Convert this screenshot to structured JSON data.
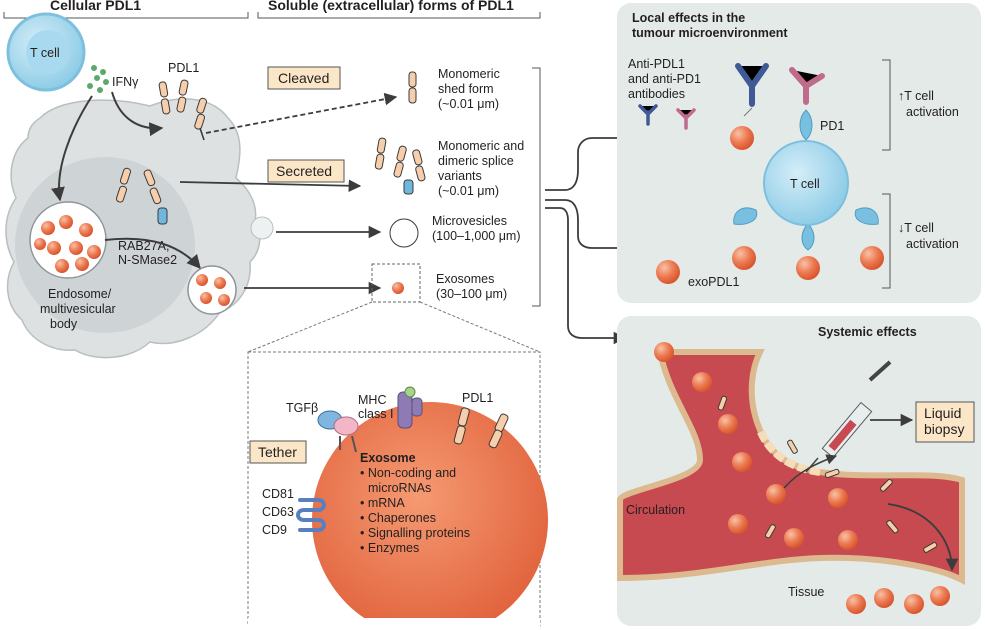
{
  "headers": {
    "cellular": "Cellular PDL1",
    "soluble": "Soluble (extracellular) forms of PDL1"
  },
  "cell_labels": {
    "tcell": "T cell",
    "ifn": "IFNγ",
    "pdl1": "PDL1",
    "rab_1": "RAB27A,",
    "rab_2": "N-SMase2",
    "endo_1": "Endosome/",
    "endo_2": "multivesicular",
    "endo_3": "body"
  },
  "tags": {
    "cleaved": "Cleaved",
    "secreted": "Secreted",
    "tether": "Tether",
    "liquid_1": "Liquid",
    "liquid_2": "biopsy"
  },
  "forms": {
    "shed_1": "Monomeric",
    "shed_2": "shed form",
    "shed_3": "(~0.01 μm)",
    "splice_1": "Monomeric and",
    "splice_2": "dimeric splice",
    "splice_3": "variants",
    "splice_4": "(~0.01 μm)",
    "mv_1": "Microvesicles",
    "mv_2": "(100–1,000 μm)",
    "exo_1": "Exosomes",
    "exo_2": "(30–100 μm)"
  },
  "exosome": {
    "mhc_1": "MHC",
    "mhc_2": "class I",
    "pdl1": "PDL1",
    "tgfb": "TGFβ",
    "cd81": "CD81",
    "cd63": "CD63",
    "cd9": "CD9",
    "title": "Exosome",
    "items": [
      "• Non-coding and",
      "microRNAs",
      "• mRNA",
      "• Chaperones",
      "• Signalling proteins",
      "• Enzymes"
    ]
  },
  "local": {
    "title_1": "Local effects in the",
    "title_2": "tumour microenvironment",
    "ab_1": "Anti-PDL1",
    "ab_2": "and anti-PD1",
    "ab_3": "antibodies",
    "pd1": "PD1",
    "tcell": "T cell",
    "up_1": "↑T cell",
    "up_2": "activation",
    "down_1": "↓T cell",
    "down_2": "activation",
    "exo": "exoPDL1"
  },
  "systemic": {
    "title": "Systemic effects",
    "circulation": "Circulation",
    "tissue": "Tissue"
  },
  "colors": {
    "panel": "#e4eae8",
    "tcell": "#9fd3ea",
    "exosome": "#e8623a",
    "tag": "#fbe6c8",
    "pdl1": "#f6ceab",
    "vessel": "#c64a4f"
  }
}
